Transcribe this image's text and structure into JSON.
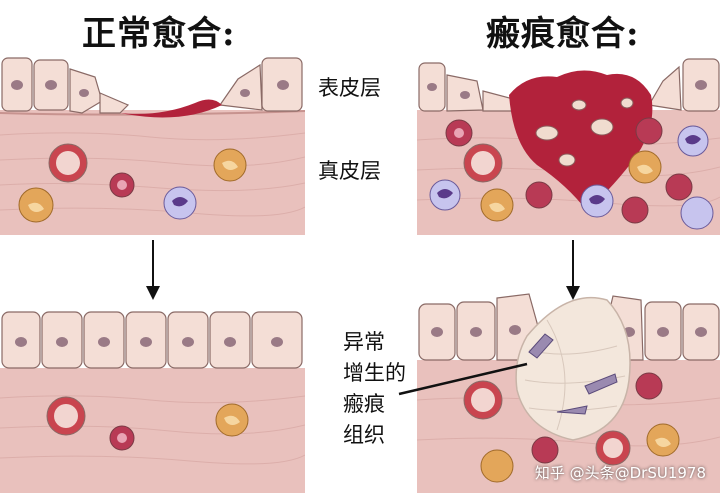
{
  "titles": {
    "normal": "正常愈合:",
    "scar": "瘢痕愈合:"
  },
  "labels": {
    "epidermis": "表皮层",
    "dermis": "真皮层",
    "scar_line1": "异常",
    "scar_line2": "增生的",
    "scar_line3": "瘢痕",
    "scar_line4": "组织"
  },
  "watermark": "知乎 @头条@DrSU1978",
  "colors": {
    "dermis": "#e9c1bd",
    "epidermis_cell": "#f4ded6",
    "clot": "#b2223b",
    "scar_tissue": "#f3e7dc",
    "outline": "#8a6a66"
  }
}
